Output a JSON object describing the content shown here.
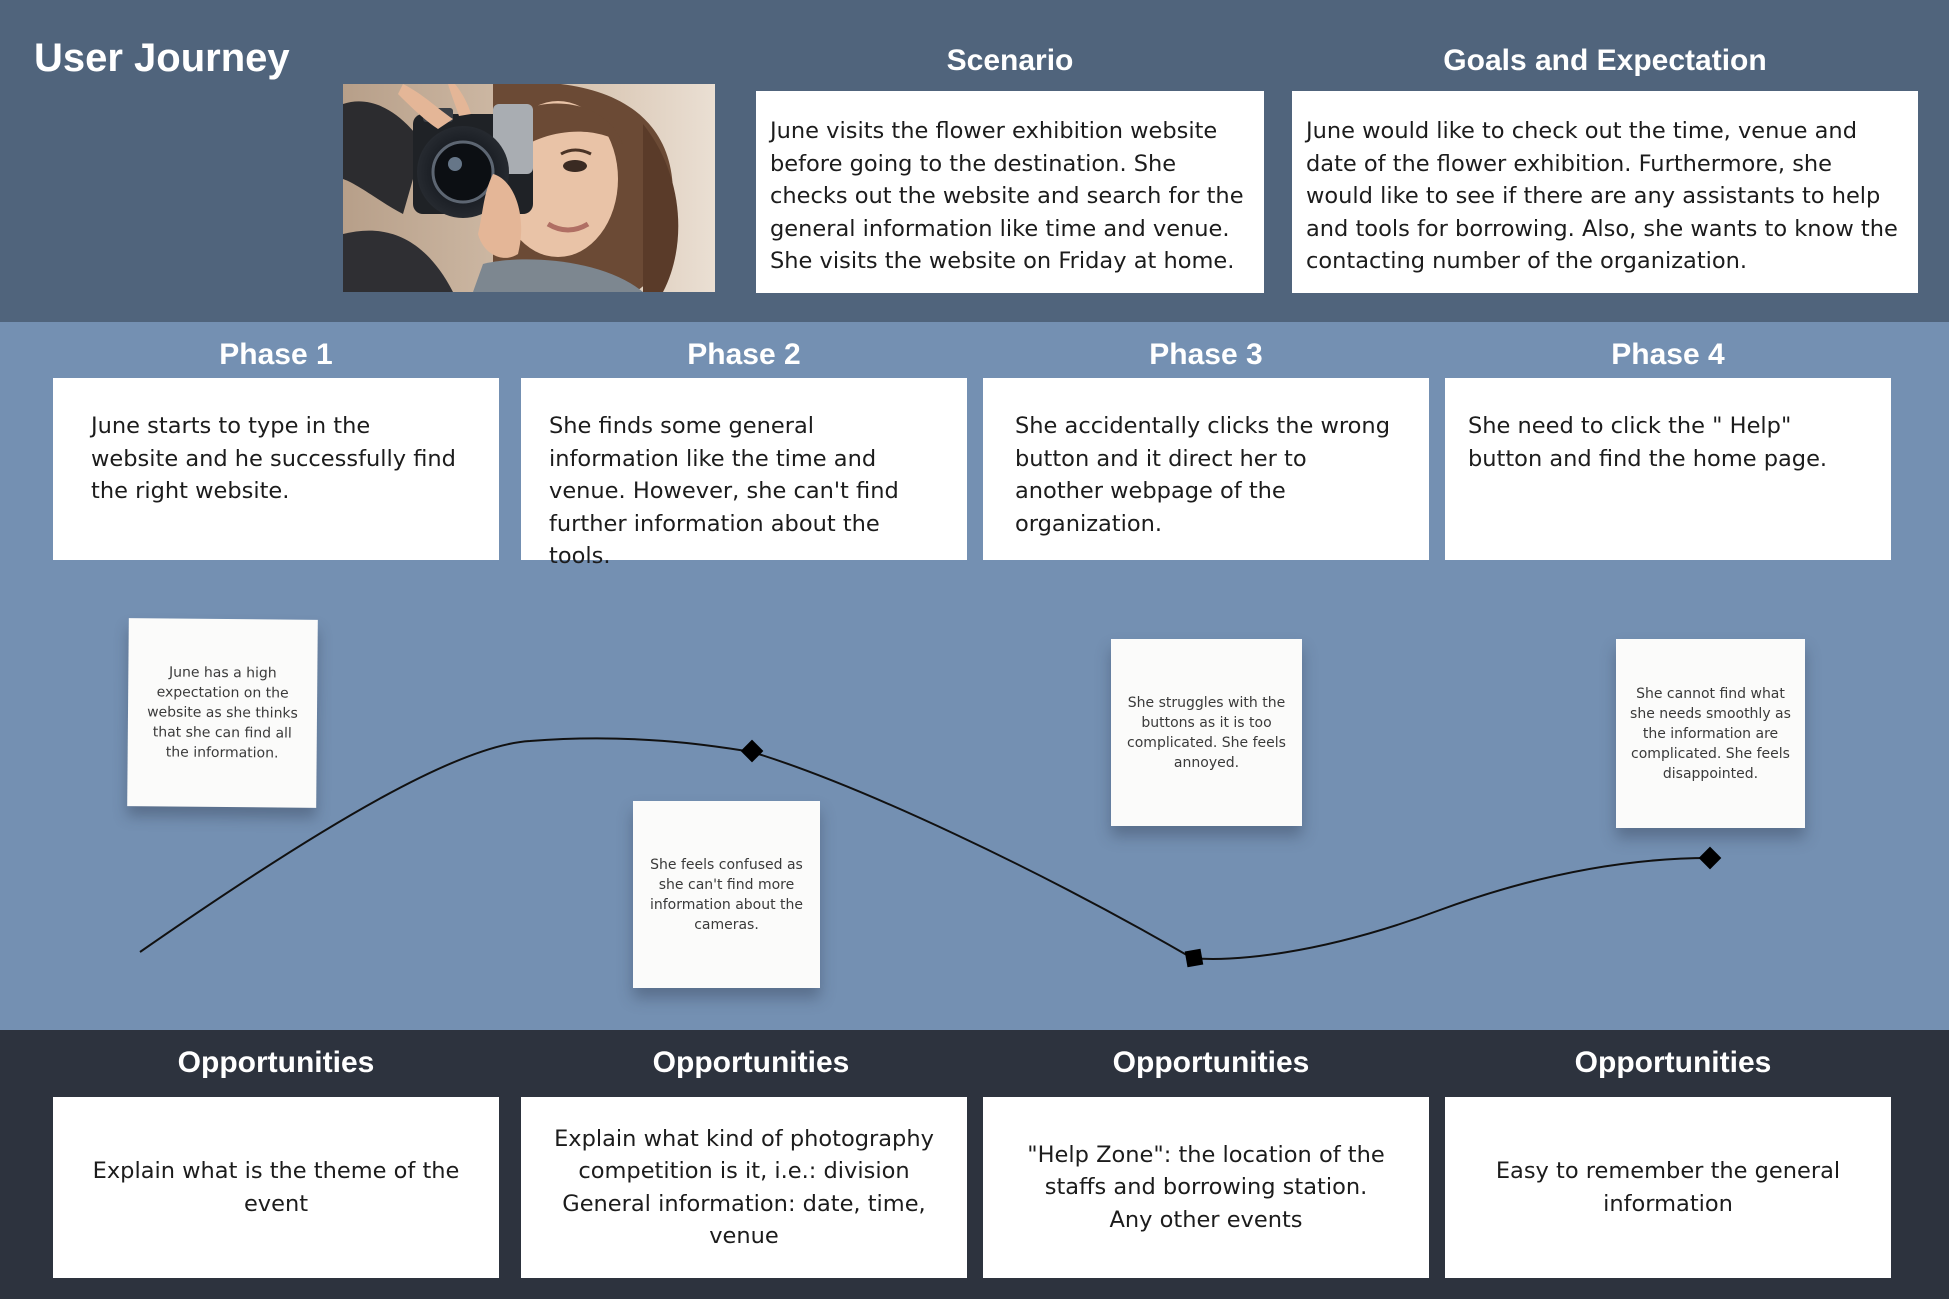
{
  "title": "User Journey",
  "scenario": {
    "heading": "Scenario",
    "text": "June visits the flower exhibition website before going to the destination. She checks out the website and search for the general information like time and venue. She visits the website on Friday at home."
  },
  "goals": {
    "heading": "Goals and Expectation",
    "text": "June would like to check out the time, venue and date of the flower exhibition. Furthermore, she would like to see if there are any assistants to help and tools for borrowing. Also, she wants to know the contacting number of the organization."
  },
  "phases": [
    {
      "heading": "Phase 1",
      "text": "June starts to type in the website and he successfully find the right website."
    },
    {
      "heading": "Phase 2",
      "text": "She finds some general information like the time and venue. However, she can't find further information about the tools."
    },
    {
      "heading": "Phase 3",
      "text": "She accidentally clicks the wrong button and it direct her to another webpage of the organization."
    },
    {
      "heading": "Phase 4",
      "text": "She need to click the \" Help\" button and find the home page."
    }
  ],
  "notes": [
    "June has a high expectation on the website as she thinks that she can find all the information.",
    "She feels confused as she can't find more information  about the cameras.",
    "She struggles with the buttons as it is too complicated. She feels annoyed.",
    "She cannot find what she needs smoothly as the information are complicated. She feels disappointed."
  ],
  "opportunities": [
    {
      "heading": "Opportunities",
      "text": "Explain what is the theme of the event"
    },
    {
      "heading": "Opportunities",
      "text": "Explain what kind of photography competition is it, i.e.: division\nGeneral information: date, time, venue"
    },
    {
      "heading": "Opportunities",
      "text": "\"Help Zone\": the location of the staffs and borrowing station.\nAny other events"
    },
    {
      "heading": "Opportunities",
      "text": "Easy to remember the general information"
    }
  ],
  "colors": {
    "top_band": "#50647c",
    "middle_band": "#7490b2",
    "bottom_band": "#2d333e",
    "card": "#ffffff",
    "curve": "#111111"
  },
  "icons": {
    "photo": "woman-with-camera-photo",
    "curve_marker": "diamond-marker"
  }
}
